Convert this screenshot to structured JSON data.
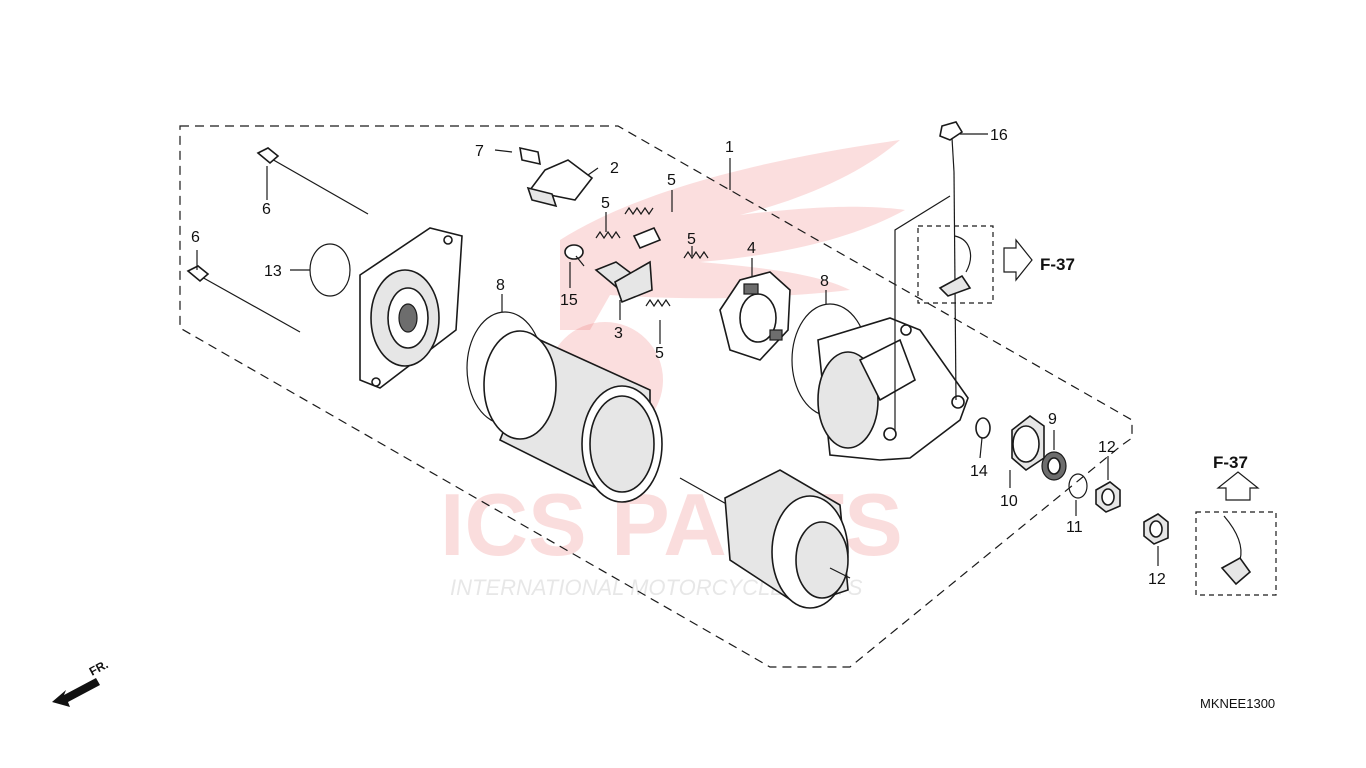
{
  "diagram": {
    "callouts": [
      {
        "id": "c1",
        "label": "1"
      },
      {
        "id": "c2",
        "label": "2"
      },
      {
        "id": "c3",
        "label": "3"
      },
      {
        "id": "c4",
        "label": "4"
      },
      {
        "id": "c5a",
        "label": "5"
      },
      {
        "id": "c5b",
        "label": "5"
      },
      {
        "id": "c5c",
        "label": "5"
      },
      {
        "id": "c5d",
        "label": "5"
      },
      {
        "id": "c6a",
        "label": "6"
      },
      {
        "id": "c6b",
        "label": "6"
      },
      {
        "id": "c7",
        "label": "7"
      },
      {
        "id": "c8a",
        "label": "8"
      },
      {
        "id": "c8b",
        "label": "8"
      },
      {
        "id": "c9",
        "label": "9"
      },
      {
        "id": "c10",
        "label": "10"
      },
      {
        "id": "c11",
        "label": "11"
      },
      {
        "id": "c12a",
        "label": "12"
      },
      {
        "id": "c12b",
        "label": "12"
      },
      {
        "id": "c13",
        "label": "13"
      },
      {
        "id": "c14",
        "label": "14"
      },
      {
        "id": "c15",
        "label": "15"
      },
      {
        "id": "c16",
        "label": "16"
      }
    ],
    "references": {
      "right": "F-37",
      "lower": "F-37"
    },
    "direction_label": "FR.",
    "diagram_code": "MKNEE1300",
    "watermark": {
      "brand": "ICS PARTS",
      "tagline": "INTERNATIONAL MOTORCYCLE PARTS"
    }
  }
}
